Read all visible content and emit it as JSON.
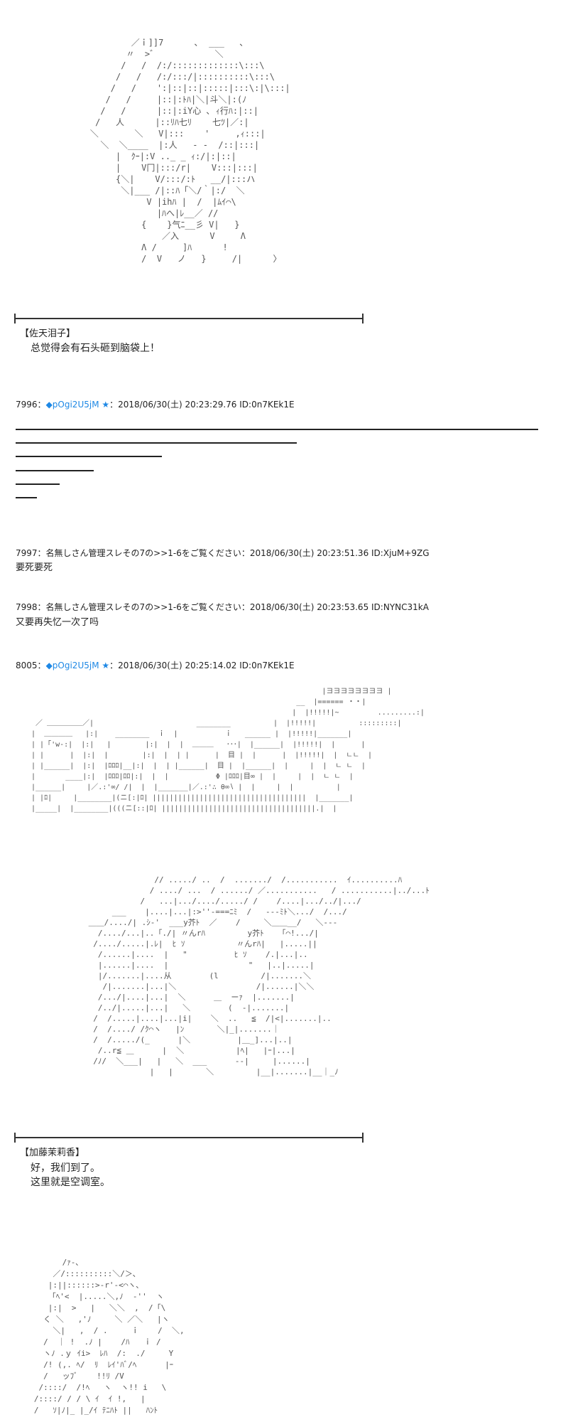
{
  "art1": "            ／ｉ]]7      ､  ___   ､\n           〃  >゛           ＼\n          /   /  /:/:::::::::::::\\:::\\\n         /   /   /:/:::/|::::::::::\\:::\\\n        /   /    ':|::|::|:::::|:::\\:|\\:::|\n       /   /     |::|:ﾄﾊ|＼|斗＼|:(ﾉ\n      /   /      |::|:iY心 ､ ｨ行ﾊ:|::|\n     /   人      |::ﾘﾊ七ﾘ    七ﾂ|／:|\n    ＼       ＼   V|:::    '     ,ｨ:::|\n      ＼  ＼____  |:人   ‐ ‐  /::|:::|\n         |  ｸｰ|:V .._ _ ｨ:/|:|::|\n         |    V冂|:::/r|    V:::|:::|\n         {＼|    V/:::/:ﾄ   __/|:::ハ\n          ＼|___ /|::ﾊ「＼/｀|:/  ＼\n               V |ihﾊ |  /  |ﾑｲ⌒\\\n                 |ﾊへ|ﾚ__／ //\n              {    }气ﾆ__彡 V|   }\n                  ／入      V     Λ\n              Λ /     ]ﾊ      !\n              /  V   ノ   }     /|      〉",
  "speaker1": "【佐天泪子】",
  "speech1": "总觉得会有石头砸到脑袋上！",
  "post7996": {
    "num": "7996",
    "sep": "：",
    "trip": "◆pOgi2U5jM ★",
    "info": "：2018/06/30(土) 20:23:29.76 ID:0n7KEk1E"
  },
  "post7997": {
    "header": "7997：名無しさん管理スレその7の>>1-6をご覧ください：2018/06/30(土) 20:23:51.36 ID:XjuM+9ZG",
    "body": "要死要死"
  },
  "post7998": {
    "header": "7998：名無しさん管理スレその7の>>1-6をご覧ください：2018/06/30(土) 20:23:53.65 ID:NYNC31kA",
    "body": "又要再失忆一次了吗"
  },
  "post8005": {
    "num": "8005",
    "sep": "：",
    "trip": "◆pOgi2U5jM ★",
    "info": "：2018/06/30(土) 20:25:14.02 ID:0n7KEk1E"
  },
  "art2": "                                                                     |ヨヨヨヨヨヨヨヨ |\n                                                               __  |====== ・・|\n                                                              |  |!!!!!|~         .........:|\n  ／ ＿＿＿＿＿／|                        ________          |  |!!!!!|          :::::::::|\n |  ＿＿＿＿   |:|    ________  ｉ  |           ｉ   ______ |  |!!!!!|_______|\n | |「'w‐:|  |:|   |        |:|  |  |  ＿＿＿   ･･･|  |______|  |!!!!!|  |      |\n | |      |  |:|  |        |:|  |  | |      |  目 |  |      |  |!!!!!|  |  ㄴㄴ  |\n | |______|  |:|  |ﾛﾛﾛ|__|:|  |  | |______|  目 |  |______|  |     |  |  ㄴ ㄴ  |\n |       ____|:|  |ﾛﾛﾛ|ﾛﾛ|:|  |  |           Φ |ﾛﾛﾛ|目∞ |  |     |  |  ㄴ ㄴ  |\n |______|     |／.:'∞/ /|  |  |_______|／.:'∴ θ∞∖ |  |     |  |          |\n | |ﾛ|     |________|(ニ[:|ﾛ| ||||||||||||||||||||||||||||||||||||  |_______|\n |_____|  |________|(((ニ[::|ﾛ| ||||||||||||||||||||||||||||||||||||.|  |",
  "art3": "               // ...../ ..  /  ......./  /...........  ｲ..........ﾊ\n              / ..../ ...  / ....../ ／...........   / ...........|../...ﾄ\n            /   ...|.../..../...../ /    /....|.../../|.../\n      ___    |....|...|:>''‐===ﾆﾐ  /   ‐‐‐ﾐﾄ＼.../  /.../\n ＿＿/..../| .ｼ‐'  ___y芥ﾄ  ／    /     ＼＿＿__/   ＼‐‐‐\n   /..../...|..「./| 〃んrﾊ         y芥ﾄ   「⌒!.../|\n  /..../.....|.ﾚ|  ﾋ ｿ           〃んrﾊ|   |.....||\n   /......|....  |   \"          ﾋ ｿ    /.|...|..\n   |......|....  |                 \"   |..|.....|\n   |/.......|....从        (l         /|.......＼\n    /|.......|...|＼                 /|......|＼＼\n   /.../|....|...|  ＼      ＿  ーｧ  |.......|\n   /../|.....|...|   ＼        (  ‐|.......|\n  /  /.....|....|...|i|    ＼  ..   ≦  /|<|.......|..\n  /  /..../ /ｸ⌒ヽ   |ﾝ       ＼|_|.......｜\n  /  /...../(_      |＼          |＿_]...|..|\n   /..r≦ ＿      |  ＼           |ﾍ|   |ｰ|...|\n  /ﾉ/  ＼___|   |   ＼  ___      ‐‐|     |......|\n              |   |       ＼         |__|.......|__｜_ﾉ",
  "speaker2": "【加藤茉莉香】",
  "speech2": "好，我们到了。\n这里就是空调室。",
  "art4": "         /ｧ‐､\n       ／/::::::::::＼/＞､\n      |:||::::::>‐r'‐<⌒ヽ､\n      「ﾍ'<  |.....＼,ﾉ  ‐''  ヽ\n      |:|  >   |   ＼＼  ,  /「\\\n     く ＼   ,'ﾉ     ＼ ／＼   |ヽ\n       ＼|   ,  / .     ｉ    /  ＼,\n     /  ｜ !  .ﾉ |    /ﾊ   ｉ /\n     ヽﾉ .ｙ ｲi>  ﾚﾊ  /:  ./     Y\n     /! (,. ﾍ/  ﾘ  ﾚｲ'ﾊﾞ/ﾍ      |ｰ\n     /   ッﾌﾞ    !!ﾘ /V\n    /::::/  /!ﾍ   ヽ  ヽ!! i   \\\n   /::::/ / / \\ ｲ  ｲ !,   |\n   /   ｿ|ﾉ|_ |_/ｲ ﾃﾆﾊﾄ ||   ﾊﾝﾄ"
}
